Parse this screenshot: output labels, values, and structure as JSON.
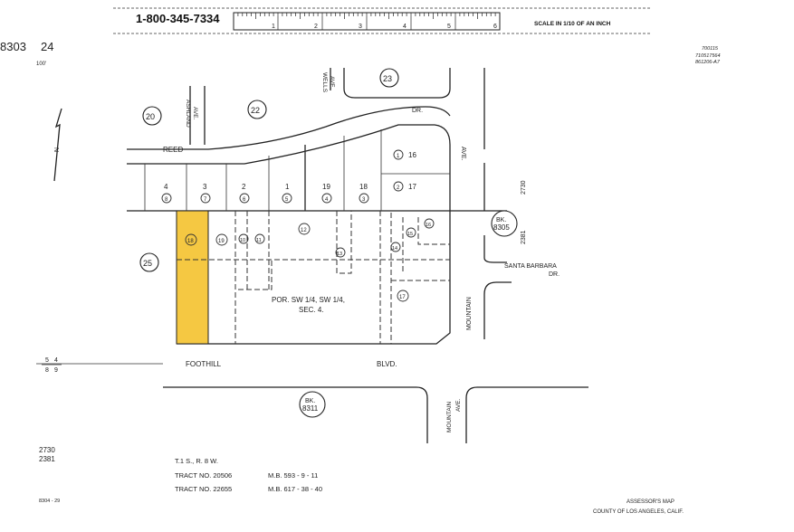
{
  "header": {
    "phone": "1-800-345-7334",
    "ruler_ticks": [
      "1",
      "2",
      "3",
      "4",
      "5",
      "6"
    ],
    "scale_note": "SCALE IN 1/10 OF AN INCH"
  },
  "corner": {
    "book": "8303",
    "page": "24",
    "scale_note": "100'",
    "top_right_notes": [
      "700115",
      "710517564",
      "861206-A7"
    ]
  },
  "streets": {
    "reed": "REED",
    "dr": "DR.",
    "ashland": [
      "ASHLAND",
      "AVE."
    ],
    "wells": [
      "WELLS",
      "AVE."
    ],
    "mountain_north": "AVE.",
    "mountain_south": "MOUNTAIN",
    "mountain_ave_south": [
      "MOUNTAIN",
      "AVE."
    ],
    "santa_barbara": [
      "SANTA BARBARA",
      "DR."
    ],
    "foothill": "FOOTHILL",
    "blvd": "BLVD."
  },
  "blocks": {
    "circled": [
      "20",
      "22",
      "23",
      "25"
    ],
    "bk_8305": [
      "BK.",
      "8305"
    ],
    "bk_8311": [
      "BK.",
      "8311"
    ],
    "code_right": [
      "2730",
      "2381"
    ],
    "section": [
      "POR. SW 1/4, SW 1/4,",
      "SEC. 4."
    ],
    "left_marker": [
      "5",
      "4",
      "8",
      "9"
    ]
  },
  "lots": [
    {
      "lot": "4",
      "parcel": "8"
    },
    {
      "lot": "3",
      "parcel": "7"
    },
    {
      "lot": "2",
      "parcel": "6"
    },
    {
      "lot": "1",
      "parcel": "5"
    },
    {
      "lot": "19",
      "parcel": "4"
    },
    {
      "lot": "18",
      "parcel": "3"
    },
    {
      "lot": "16",
      "parcel": "1"
    },
    {
      "lot": "17",
      "parcel": "2"
    }
  ],
  "parcels_south": [
    "18",
    "19",
    "10",
    "11",
    "12",
    "13",
    "14",
    "15",
    "16",
    "17"
  ],
  "highlight": {
    "parcel": "18",
    "color": "#f5c842"
  },
  "legend": {
    "township": "T.1 S., R. 8 W.",
    "tracts": [
      {
        "tract": "TRACT NO. 20506",
        "mb": "M.B. 593 - 9 - 11"
      },
      {
        "tract": "TRACT NO. 22655",
        "mb": "M.B. 617 - 38 - 40"
      }
    ]
  },
  "bottom_left": {
    "code": [
      "2730",
      "2381"
    ],
    "prev_ref": "8304 - 29"
  },
  "footer": {
    "title": "ASSESSOR'S MAP",
    "county": "COUNTY OF LOS ANGELES, CALIF."
  }
}
